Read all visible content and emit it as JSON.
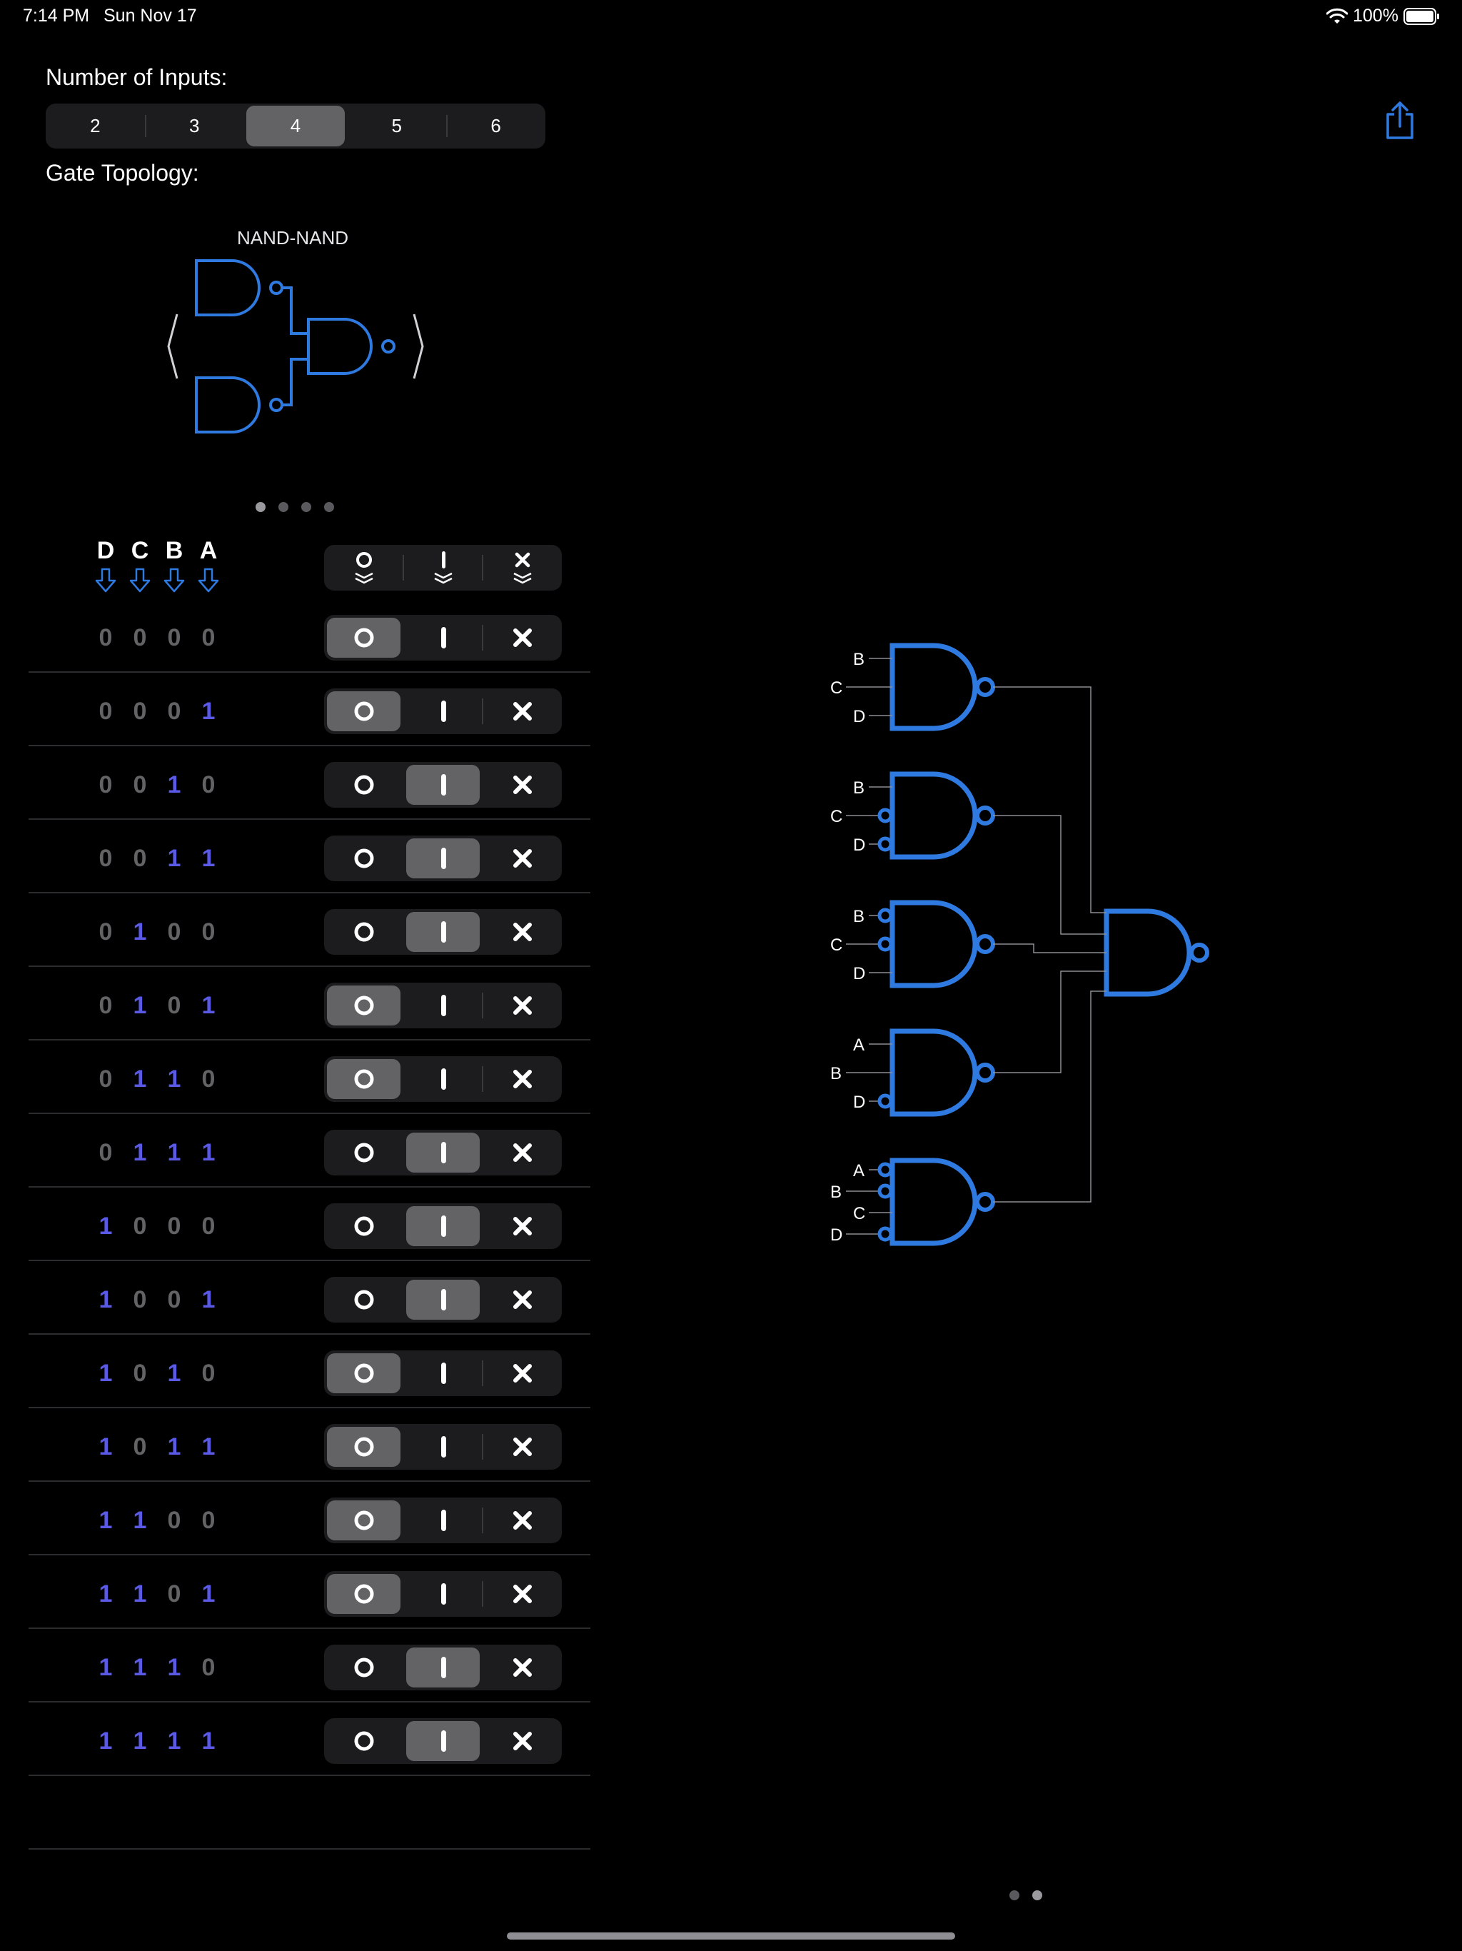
{
  "status_bar": {
    "time": "7:14 PM",
    "date": "Sun Nov 17",
    "battery": "100%"
  },
  "inputs": {
    "label": "Number of Inputs:",
    "options": [
      "2",
      "3",
      "4",
      "5",
      "6"
    ],
    "selected": "4"
  },
  "topology": {
    "label": "Gate Topology:",
    "name": "NAND-NAND",
    "page_count": 4,
    "page_index": 0
  },
  "table": {
    "headers": [
      "D",
      "C",
      "B",
      "A"
    ],
    "header_controls": [
      "zero-all-icon",
      "one-all-icon",
      "dontcare-all-icon"
    ],
    "rows": [
      {
        "bits": [
          "0",
          "0",
          "0",
          "0"
        ],
        "value": "0"
      },
      {
        "bits": [
          "0",
          "0",
          "0",
          "1"
        ],
        "value": "0"
      },
      {
        "bits": [
          "0",
          "0",
          "1",
          "0"
        ],
        "value": "1"
      },
      {
        "bits": [
          "0",
          "0",
          "1",
          "1"
        ],
        "value": "1"
      },
      {
        "bits": [
          "0",
          "1",
          "0",
          "0"
        ],
        "value": "1"
      },
      {
        "bits": [
          "0",
          "1",
          "0",
          "1"
        ],
        "value": "0"
      },
      {
        "bits": [
          "0",
          "1",
          "1",
          "0"
        ],
        "value": "0"
      },
      {
        "bits": [
          "0",
          "1",
          "1",
          "1"
        ],
        "value": "1"
      },
      {
        "bits": [
          "1",
          "0",
          "0",
          "0"
        ],
        "value": "1"
      },
      {
        "bits": [
          "1",
          "0",
          "0",
          "1"
        ],
        "value": "1"
      },
      {
        "bits": [
          "1",
          "0",
          "1",
          "0"
        ],
        "value": "0"
      },
      {
        "bits": [
          "1",
          "0",
          "1",
          "1"
        ],
        "value": "0"
      },
      {
        "bits": [
          "1",
          "1",
          "0",
          "0"
        ],
        "value": "0"
      },
      {
        "bits": [
          "1",
          "1",
          "0",
          "1"
        ],
        "value": "0"
      },
      {
        "bits": [
          "1",
          "1",
          "1",
          "0"
        ],
        "value": "1"
      },
      {
        "bits": [
          "1",
          "1",
          "1",
          "1"
        ],
        "value": "1"
      }
    ]
  },
  "circuit": {
    "gates": [
      {
        "inputs": [
          {
            "label": "B",
            "inverted": false
          },
          {
            "label": "C",
            "inverted": false
          },
          {
            "label": "D",
            "inverted": false
          }
        ]
      },
      {
        "inputs": [
          {
            "label": "B",
            "inverted": false
          },
          {
            "label": "C",
            "inverted": true
          },
          {
            "label": "D",
            "inverted": true
          }
        ]
      },
      {
        "inputs": [
          {
            "label": "B",
            "inverted": true
          },
          {
            "label": "C",
            "inverted": true
          },
          {
            "label": "D",
            "inverted": false
          }
        ]
      },
      {
        "inputs": [
          {
            "label": "A",
            "inverted": false
          },
          {
            "label": "B",
            "inverted": false
          },
          {
            "label": "D",
            "inverted": true
          }
        ]
      },
      {
        "inputs": [
          {
            "label": "A",
            "inverted": true
          },
          {
            "label": "B",
            "inverted": true
          },
          {
            "label": "C",
            "inverted": false
          },
          {
            "label": "D",
            "inverted": true
          }
        ]
      }
    ]
  },
  "bottom_pager": {
    "page_count": 2,
    "page_index": 1
  },
  "colors": {
    "accent": "#2f7ae0",
    "bit_one": "#5a5ae6",
    "bit_zero": "#636366"
  }
}
